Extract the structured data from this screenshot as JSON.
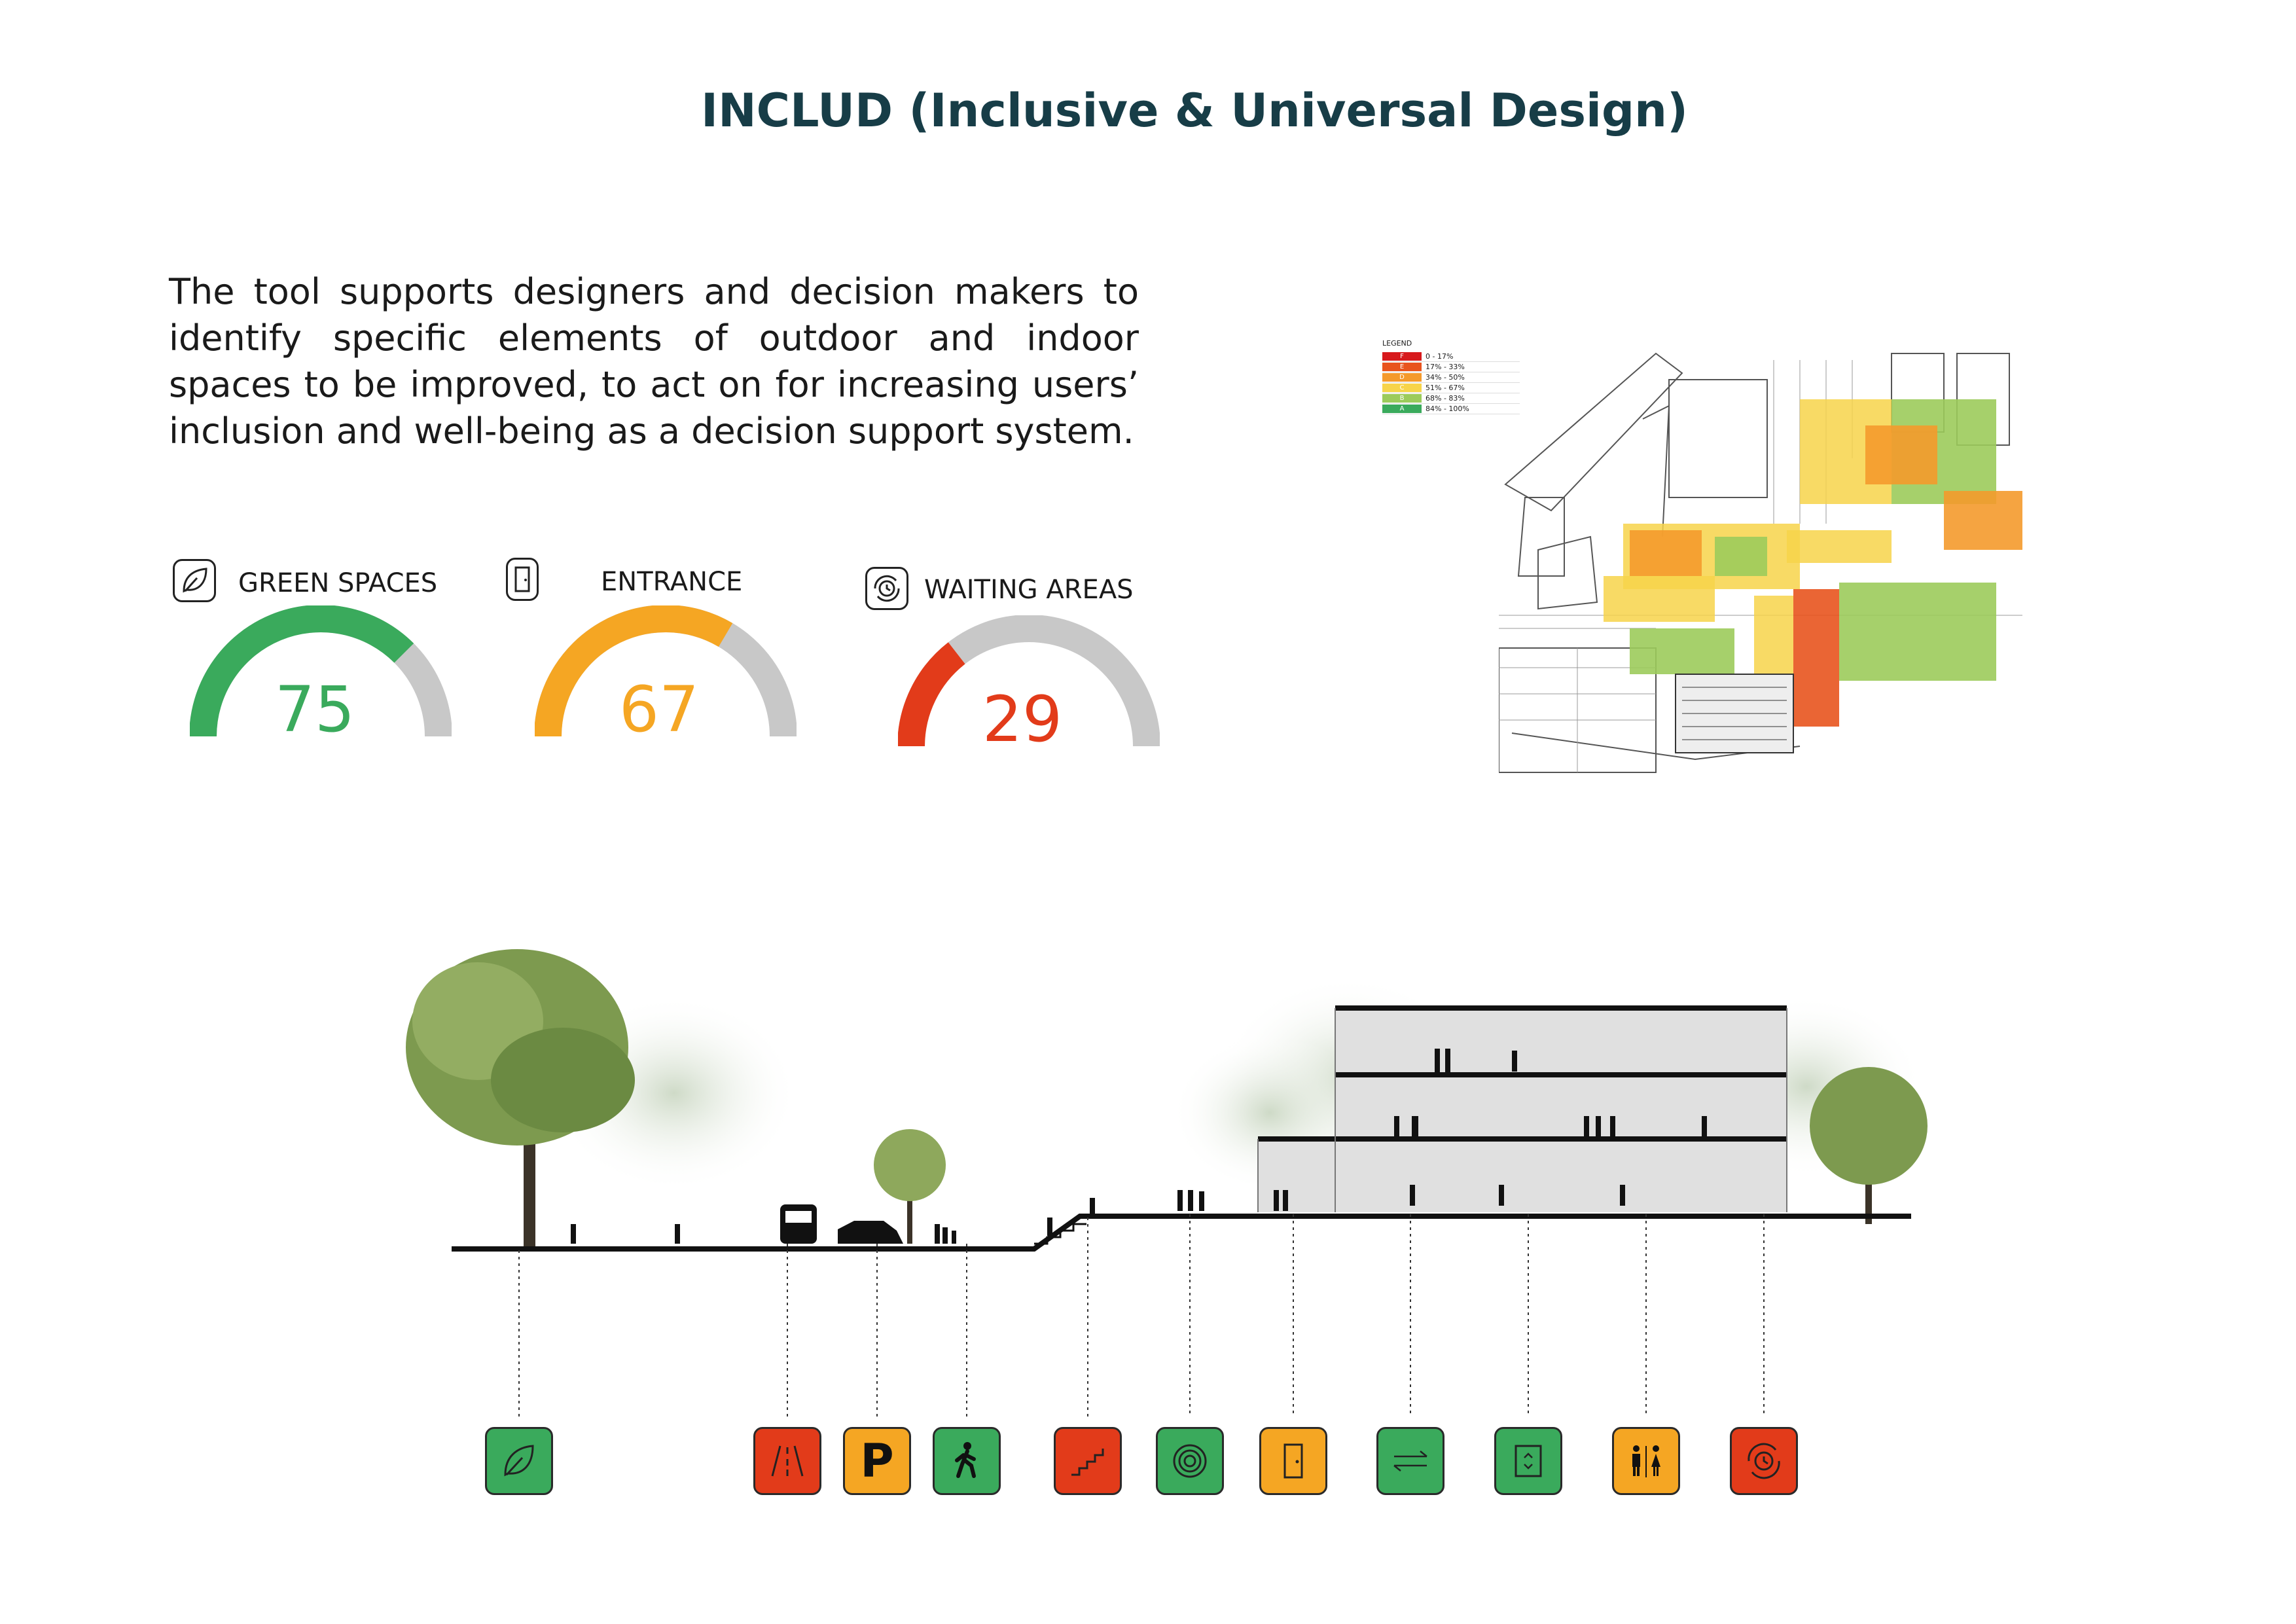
{
  "title": "INCLUD (Inclusive & Universal Design)",
  "description": "The tool supports designers and decision makers to identify specific elements of outdoor and indoor spaces to be improved, to act on for increasing users’ inclusion and well-being as a decision support system.",
  "gauges": [
    {
      "label": "GREEN SPACES",
      "value": "75",
      "fraction": 0.75,
      "color": "#3aaa5c",
      "icon": "leaf-icon"
    },
    {
      "label": "ENTRANCE",
      "value": "67",
      "fraction": 0.67,
      "color": "#f5a623",
      "icon": "door-icon"
    },
    {
      "label": "WAITING AREAS",
      "value": "29",
      "fraction": 0.29,
      "color": "#e23b1a",
      "icon": "waiting-clock-icon"
    }
  ],
  "legend": {
    "title": "LEGEND",
    "rows": [
      {
        "grade": "F",
        "range": "0 - 17%",
        "color": "#d7191c"
      },
      {
        "grade": "E",
        "range": "17% - 33%",
        "color": "#e8541e"
      },
      {
        "grade": "D",
        "range": "34% - 50%",
        "color": "#f49a2c"
      },
      {
        "grade": "C",
        "range": "51% - 67%",
        "color": "#f7d44a"
      },
      {
        "grade": "B",
        "range": "68% - 83%",
        "color": "#9ccb5b"
      },
      {
        "grade": "A",
        "range": "84% - 100%",
        "color": "#3aaa5c"
      }
    ]
  },
  "section_icons": [
    {
      "name": "leaf-icon",
      "color": "#3aaa5c"
    },
    {
      "name": "road-icon",
      "color": "#e23b1a"
    },
    {
      "name": "parking-icon",
      "color": "#f5a623",
      "text": "P"
    },
    {
      "name": "pedestrian-icon",
      "color": "#3aaa5c"
    },
    {
      "name": "stairs-icon",
      "color": "#e23b1a"
    },
    {
      "name": "target-icon",
      "color": "#3aaa5c"
    },
    {
      "name": "door-icon",
      "color": "#f5a623"
    },
    {
      "name": "corridor-icon",
      "color": "#3aaa5c"
    },
    {
      "name": "elevator-icon",
      "color": "#3aaa5c"
    },
    {
      "name": "restroom-icon",
      "color": "#f5a623"
    },
    {
      "name": "waiting-clock-icon",
      "color": "#e23b1a"
    }
  ]
}
